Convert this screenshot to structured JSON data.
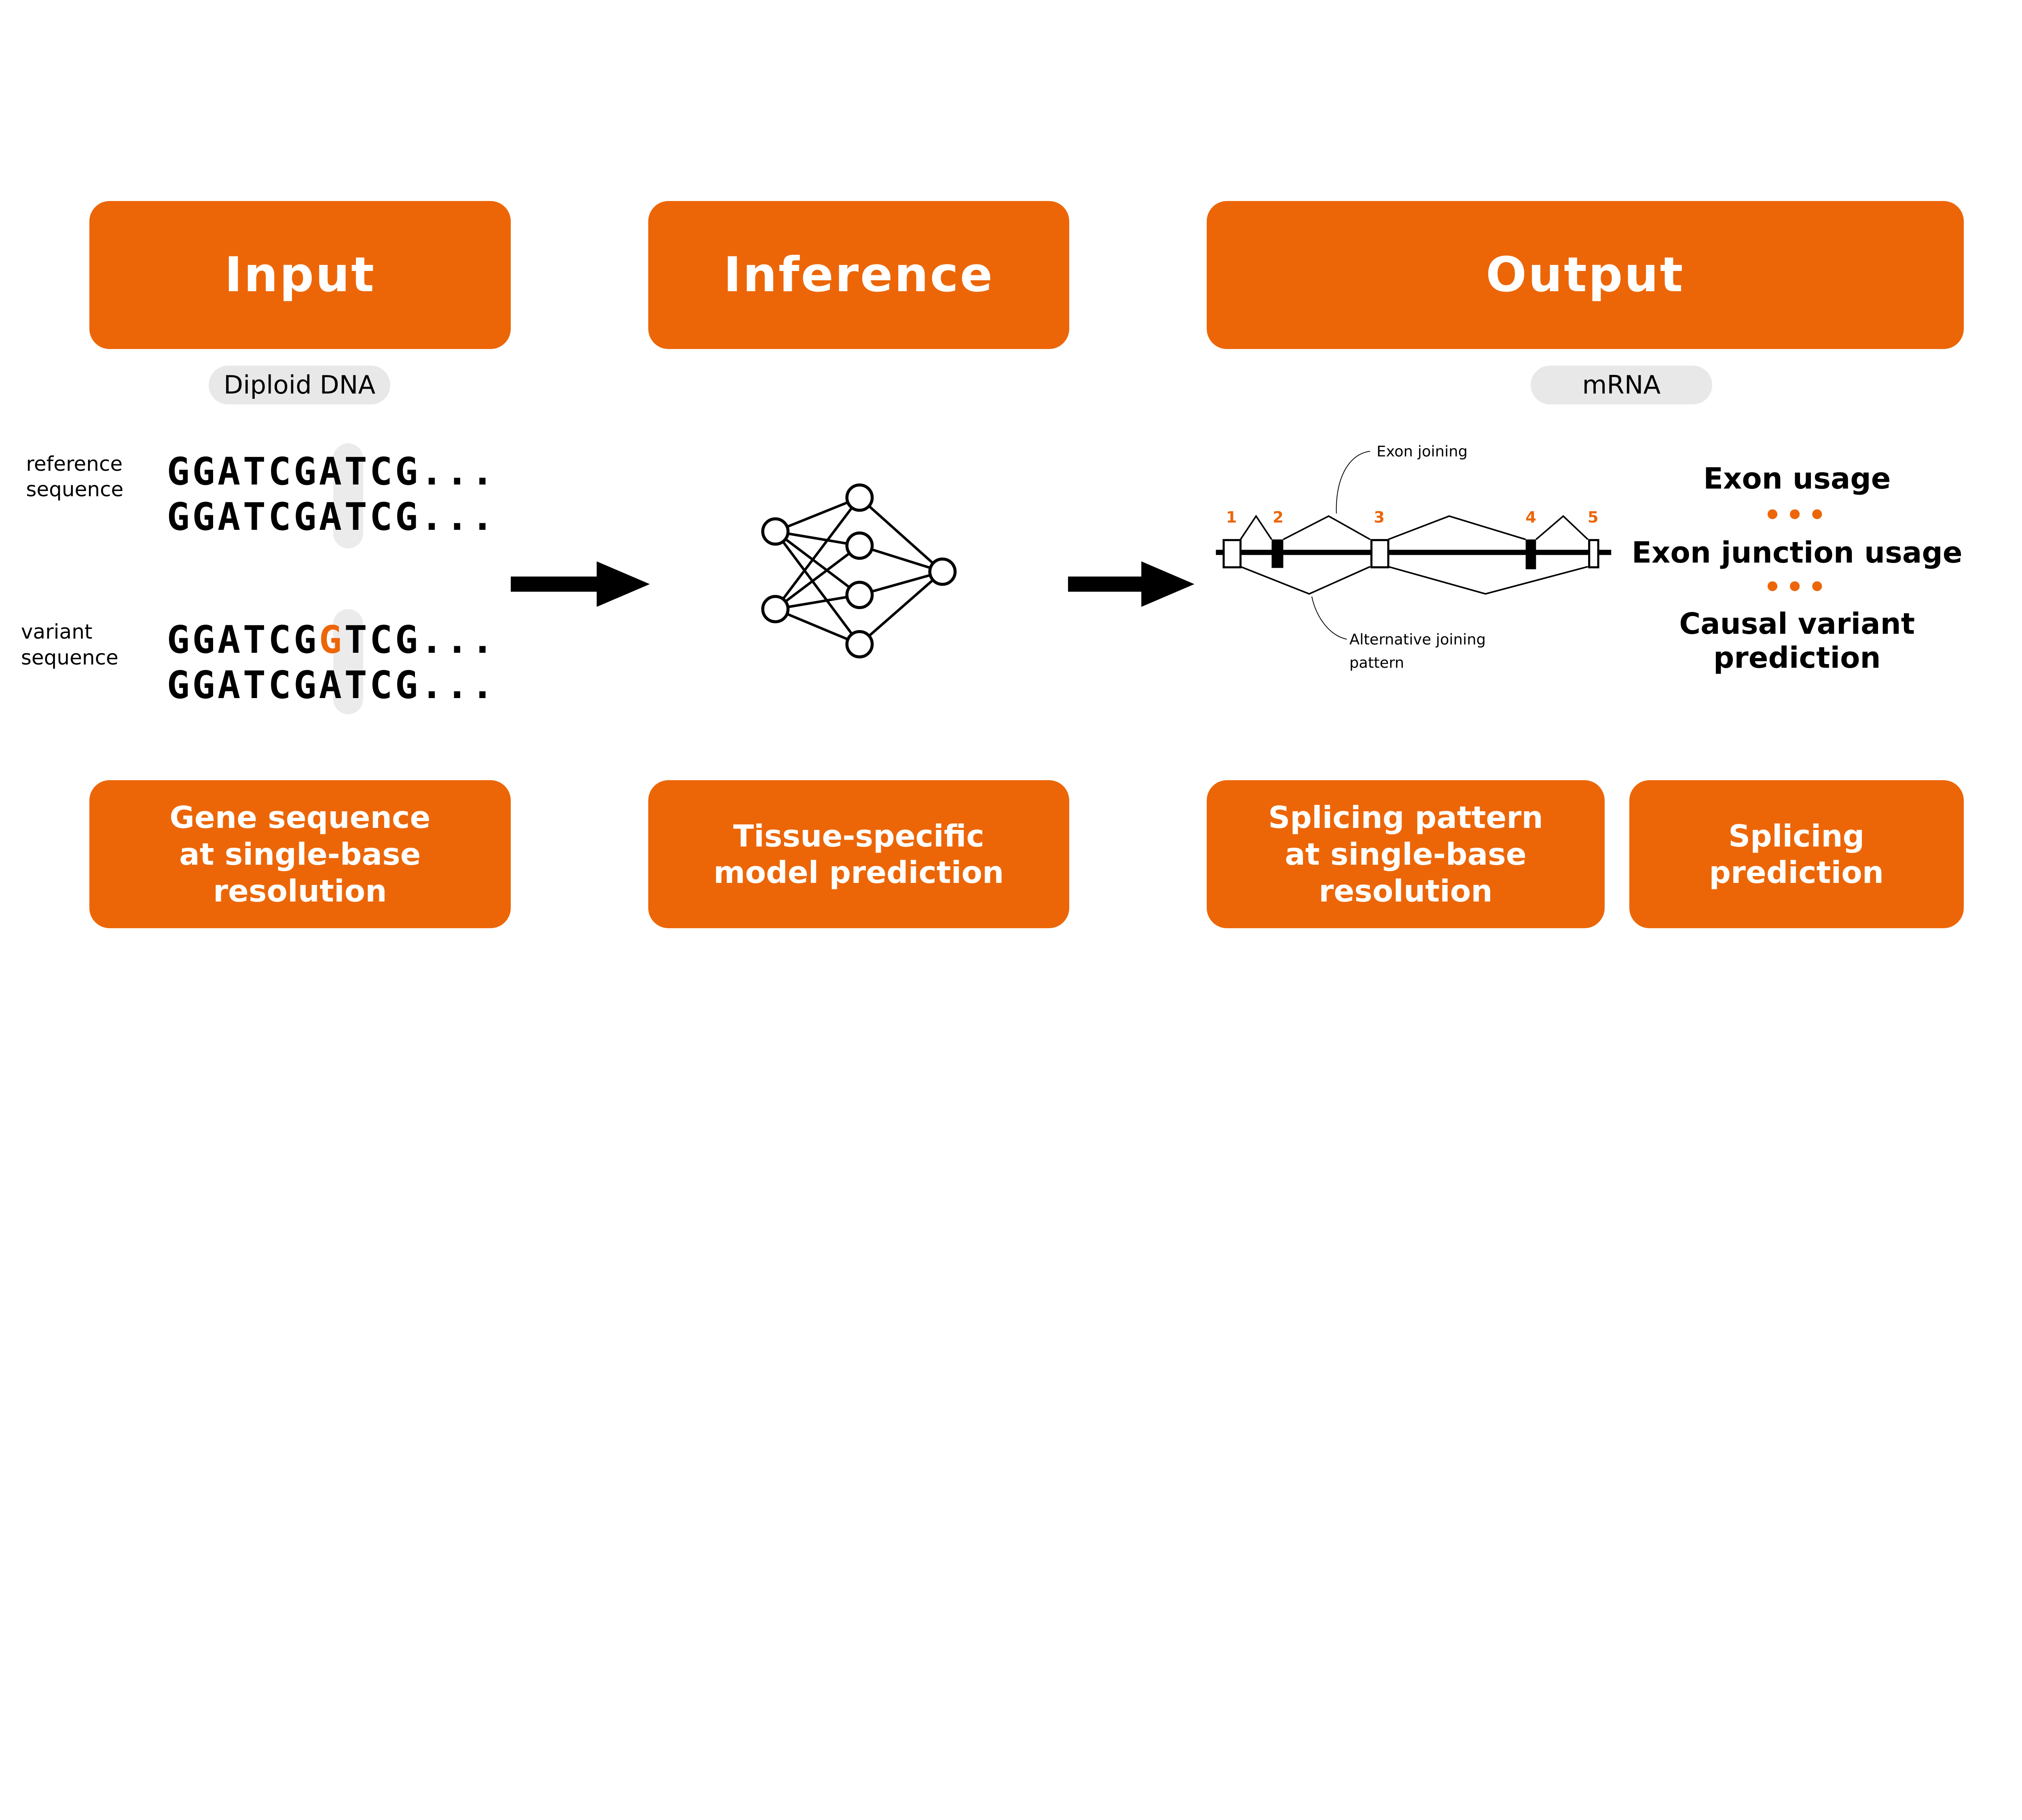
{
  "colors": {
    "accent": "#EC6608",
    "highlight": "#ebebeb",
    "text": "#000000"
  },
  "headers": {
    "input": "Input",
    "inference": "Inference",
    "output": "Output"
  },
  "pills": {
    "input": "Diploid DNA",
    "output": "mRNA"
  },
  "input": {
    "reference_label": [
      "reference",
      "sequence"
    ],
    "variant_label": [
      "variant",
      "sequence"
    ],
    "reference_seqs": [
      "GGATCGATCG...",
      "GGATCGATCG..."
    ],
    "variant_seq1": {
      "before": "GGATCG",
      "variant": "G",
      "after": "TCG..."
    },
    "variant_seq2": "GGATCGATCG..."
  },
  "gene": {
    "exon_numbers": [
      "1",
      "2",
      "3",
      "4",
      "5"
    ],
    "exon_joining": "Exon joining",
    "alternative": [
      "Alternative joining",
      "pattern"
    ]
  },
  "outputs": {
    "exon_usage": "Exon usage",
    "dots": "•••",
    "junction_usage": "Exon junction usage",
    "causal": [
      "Causal variant",
      "prediction"
    ]
  },
  "footers": {
    "input": [
      "Gene sequence",
      "at single-base",
      "resolution"
    ],
    "inference": [
      "Tissue-specific",
      "model prediction"
    ],
    "output_left": [
      "Splicing pattern",
      "at single-base",
      "resolution"
    ],
    "output_right": [
      "Splicing",
      "prediction"
    ]
  }
}
